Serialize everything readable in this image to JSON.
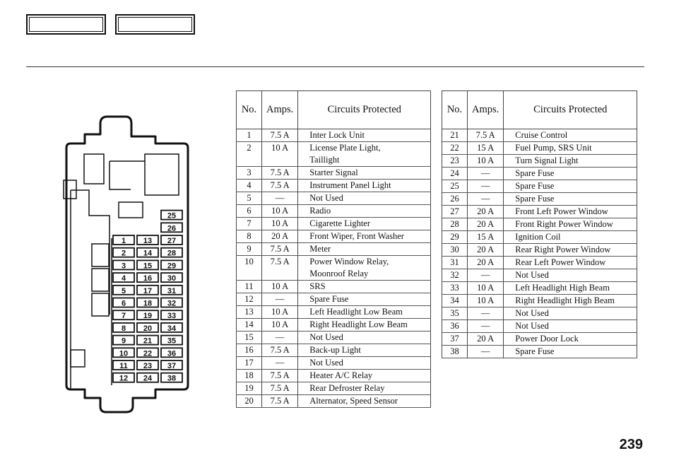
{
  "headers": {
    "no": "No.",
    "amps": "Amps.",
    "circuits": "Circuits Protected"
  },
  "left_table": [
    {
      "no": "1",
      "amps": "7.5 A",
      "circuit": [
        "Inter Lock Unit"
      ]
    },
    {
      "no": "2",
      "amps": "10 A",
      "circuit": [
        "License Plate Light,",
        "Taillight"
      ]
    },
    {
      "no": "3",
      "amps": "7.5 A",
      "circuit": [
        "Starter Signal"
      ]
    },
    {
      "no": "4",
      "amps": "7.5 A",
      "circuit": [
        "Instrument Panel Light"
      ]
    },
    {
      "no": "5",
      "amps": "—",
      "circuit": [
        "Not Used"
      ]
    },
    {
      "no": "6",
      "amps": "10 A",
      "circuit": [
        "Radio"
      ]
    },
    {
      "no": "7",
      "amps": "10 A",
      "circuit": [
        "Cigarette Lighter"
      ]
    },
    {
      "no": "8",
      "amps": "20 A",
      "circuit": [
        "Front Wiper, Front Washer"
      ]
    },
    {
      "no": "9",
      "amps": "7.5 A",
      "circuit": [
        "Meter"
      ]
    },
    {
      "no": "10",
      "amps": "7.5 A",
      "circuit": [
        "Power Window Relay,",
        "Moonroof Relay"
      ]
    },
    {
      "no": "11",
      "amps": "10 A",
      "circuit": [
        "SRS"
      ]
    },
    {
      "no": "12",
      "amps": "—",
      "circuit": [
        "Spare Fuse"
      ]
    },
    {
      "no": "13",
      "amps": "10 A",
      "circuit": [
        "Left Headlight Low Beam"
      ]
    },
    {
      "no": "14",
      "amps": "10 A",
      "circuit": [
        "Right Headlight Low Beam"
      ]
    },
    {
      "no": "15",
      "amps": "—",
      "circuit": [
        "Not Used"
      ]
    },
    {
      "no": "16",
      "amps": "7.5 A",
      "circuit": [
        "Back-up Light"
      ]
    },
    {
      "no": "17",
      "amps": "—",
      "circuit": [
        "Not Used"
      ]
    },
    {
      "no": "18",
      "amps": "7.5 A",
      "circuit": [
        "Heater A/C Relay"
      ]
    },
    {
      "no": "19",
      "amps": "7.5 A",
      "circuit": [
        "Rear Defroster Relay"
      ]
    },
    {
      "no": "20",
      "amps": "7.5 A",
      "circuit": [
        "Alternator, Speed Sensor"
      ]
    }
  ],
  "right_table": [
    {
      "no": "21",
      "amps": "7.5 A",
      "circuit": [
        "Cruise Control"
      ]
    },
    {
      "no": "22",
      "amps": "15 A",
      "circuit": [
        "Fuel Pump, SRS Unit"
      ]
    },
    {
      "no": "23",
      "amps": "10 A",
      "circuit": [
        "Turn Signal Light"
      ]
    },
    {
      "no": "24",
      "amps": "—",
      "circuit": [
        "Spare Fuse"
      ]
    },
    {
      "no": "25",
      "amps": "—",
      "circuit": [
        "Spare Fuse"
      ]
    },
    {
      "no": "26",
      "amps": "—",
      "circuit": [
        "Spare Fuse"
      ]
    },
    {
      "no": "27",
      "amps": "20 A",
      "circuit": [
        "Front Left Power Window"
      ]
    },
    {
      "no": "28",
      "amps": "20 A",
      "circuit": [
        "Front Right Power Window"
      ]
    },
    {
      "no": "29",
      "amps": "15 A",
      "circuit": [
        "Ignition Coil"
      ]
    },
    {
      "no": "30",
      "amps": "20 A",
      "circuit": [
        "Rear Right Power Window"
      ]
    },
    {
      "no": "31",
      "amps": "20 A",
      "circuit": [
        "Rear Left Power Window"
      ]
    },
    {
      "no": "32",
      "amps": "—",
      "circuit": [
        "Not Used"
      ]
    },
    {
      "no": "33",
      "amps": "10 A",
      "circuit": [
        "Left Headlight High Beam"
      ]
    },
    {
      "no": "34",
      "amps": "10 A",
      "circuit": [
        "Right Headlight High Beam"
      ]
    },
    {
      "no": "35",
      "amps": "—",
      "circuit": [
        "Not Used"
      ]
    },
    {
      "no": "36",
      "amps": "—",
      "circuit": [
        "Not Used"
      ]
    },
    {
      "no": "37",
      "amps": "20 A",
      "circuit": [
        "Power Door Lock"
      ]
    },
    {
      "no": "38",
      "amps": "—",
      "circuit": [
        "Spare Fuse"
      ]
    }
  ],
  "diagram": {
    "top_slots": [
      "25",
      "26"
    ],
    "rows": [
      [
        "1",
        "13",
        "27"
      ],
      [
        "2",
        "14",
        "28"
      ],
      [
        "3",
        "15",
        "29"
      ],
      [
        "4",
        "16",
        "30"
      ],
      [
        "5",
        "17",
        "31"
      ],
      [
        "6",
        "18",
        "32"
      ],
      [
        "7",
        "19",
        "33"
      ],
      [
        "8",
        "20",
        "34"
      ],
      [
        "9",
        "21",
        "35"
      ],
      [
        "10",
        "22",
        "36"
      ],
      [
        "11",
        "23",
        "37"
      ],
      [
        "12",
        "24",
        "38"
      ]
    ]
  },
  "page_number": "239"
}
